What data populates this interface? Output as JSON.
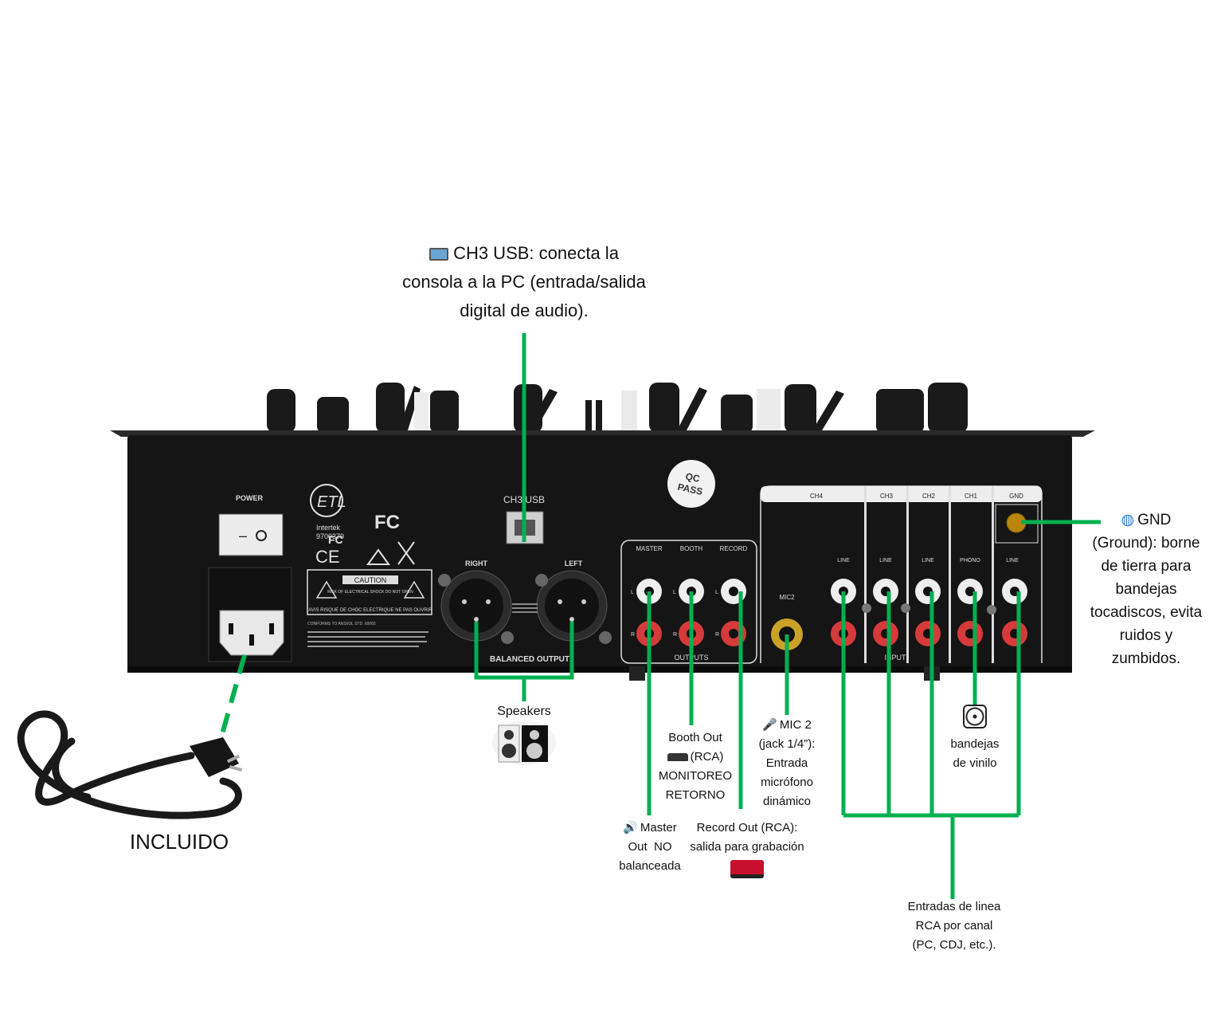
{
  "usb_callout": {
    "icon": "laptop-icon",
    "lines": [
      "CH3 USB: conecta la",
      "consola a la PC (entrada/salida",
      "digital de audio)."
    ]
  },
  "gnd_callout": {
    "icon": "globe-icon",
    "lines": [
      "GND",
      "(Ground): borne",
      "de tierra para",
      "bandejas",
      "tocadiscos, evita",
      "ruidos y",
      "zumbidos."
    ]
  },
  "speakers_callout": {
    "label": "Speakers",
    "icon": "speakers-icon"
  },
  "booth_callout": {
    "icon": "monitor-wedge-icon",
    "lines": [
      "Booth Out",
      "(RCA)",
      "MONITOREO",
      "RETORNO"
    ]
  },
  "mic_callout": {
    "icon": "microphone-icon",
    "lines": [
      "MIC 2",
      "(jack 1/4”):",
      "Entrada",
      "micrófono",
      "dinámico"
    ]
  },
  "turntable_callout": {
    "icon": "turntable-icon",
    "lines": [
      "bandejas",
      "de vinilo"
    ]
  },
  "master_callout": {
    "icon": "speaker-volume-icon",
    "lines": [
      "Master",
      "Out  NO",
      "balanceada"
    ]
  },
  "record_callout": {
    "icon": "recorder-icon",
    "lines": [
      "Record Out (RCA):",
      "salida para grabación"
    ]
  },
  "line_callout": {
    "lines": [
      "Entradas de linea",
      "RCA por canal",
      "(PC, CDJ, etc.)."
    ]
  },
  "cable_callout": {
    "label": "INCLUIDO",
    "icon": "power-cable-icon"
  },
  "panel": {
    "power": "POWER",
    "etl_brand": "Intertek",
    "etl_number": "9700379",
    "fc": "FC",
    "caution": "CAUTION",
    "caution_small": "RISK OF ELECTRICAL SHOCK DO NOT OPEN",
    "avis": "AVIS  RISQUE DE CHOC ELECTRIQUE NE PAS OUVRIR",
    "conformity": "CONFORMS TO ANSI/UL STD. 60065",
    "usb": "CH3 USB",
    "right": "RIGHT",
    "left": "LEFT",
    "balanced": "BALANCED OUTPUT",
    "qc1": "QC",
    "qc2": "PASS",
    "master": "MASTER",
    "booth": "BOOTH",
    "record": "RECORD",
    "outputs": "OUTPUTS",
    "mic2": "MIC2",
    "ch4": "CH4",
    "ch3": "CH3",
    "ch2": "CH2",
    "ch1": "CH1",
    "gnd": "GND",
    "line": "LINE",
    "phono": "PHONO",
    "input": "INPUT",
    "l": "L",
    "r": "R"
  },
  "colors": {
    "connector_line": "#00b050",
    "panel": "#151515",
    "label_text": "#e0e0e0"
  }
}
